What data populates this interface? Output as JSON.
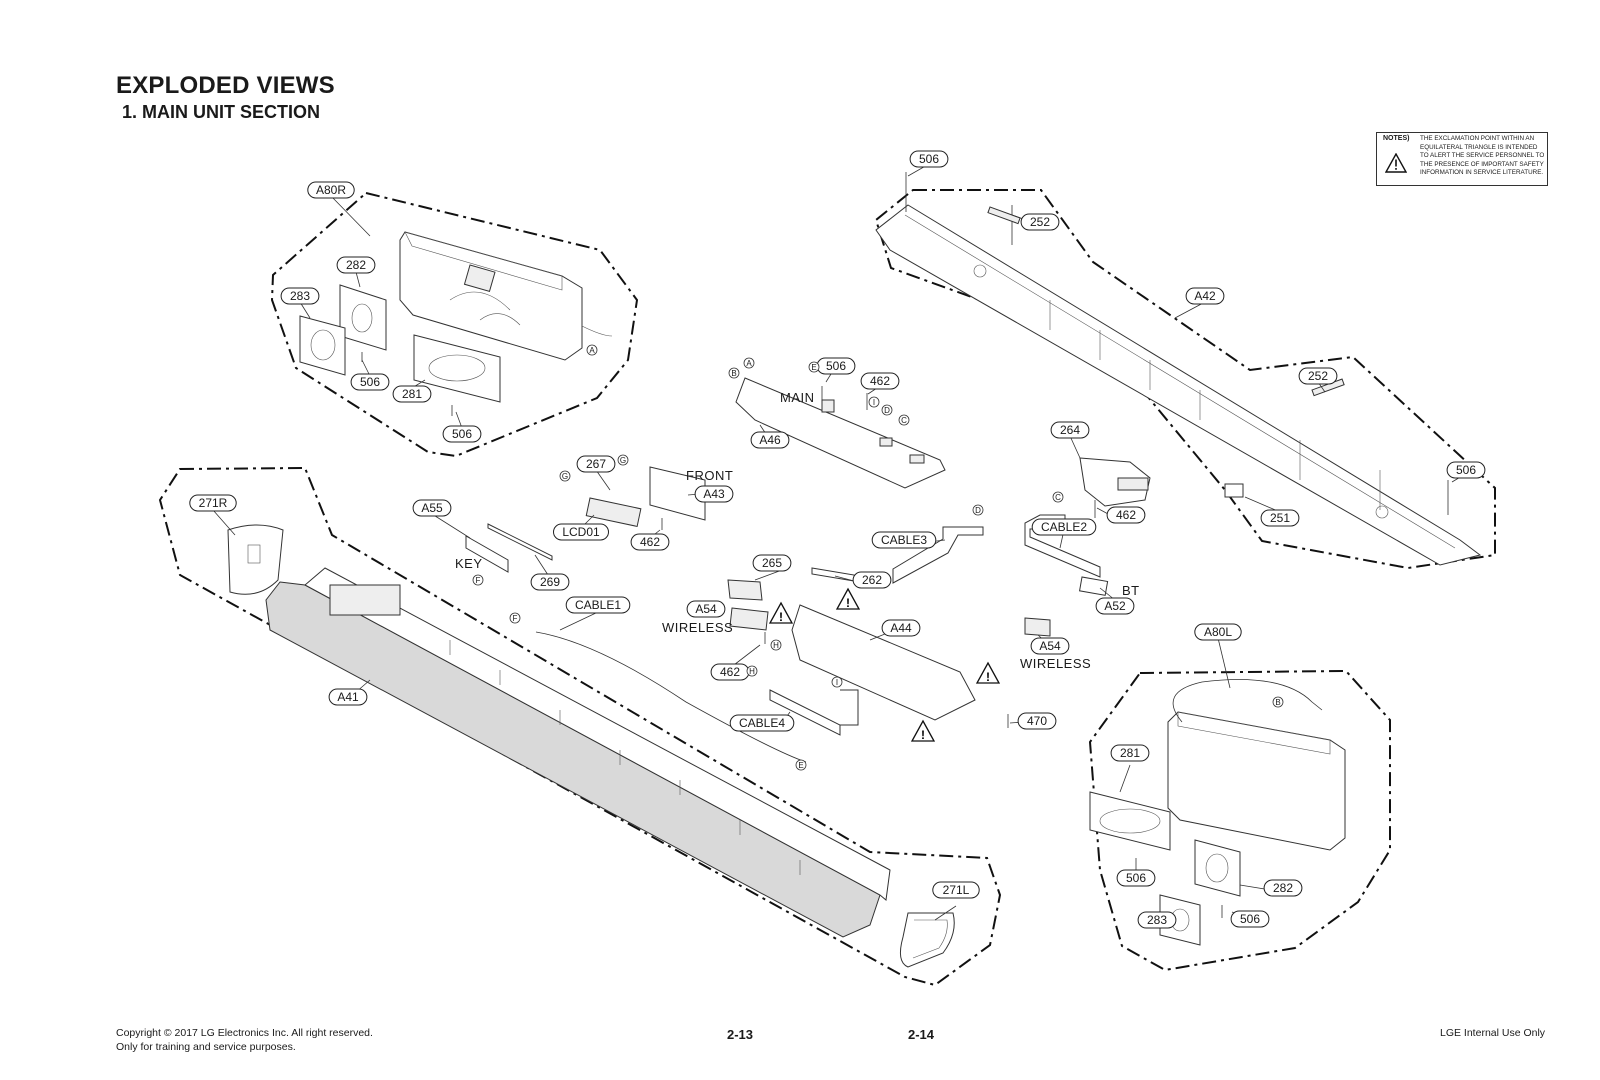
{
  "header": {
    "title": "EXPLODED VIEWS",
    "subtitle": "1. MAIN UNIT SECTION"
  },
  "notes": {
    "heading": "NOTES)",
    "text": "THE EXCLAMATION POINT WITHIN AN EQUILATERAL TRIANGLE IS INTENDED TO ALERT THE SERVICE PERSONNEL TO THE PRESENCE OF IMPORTANT SAFETY INFORMATION IN SERVICE LITERATURE."
  },
  "parts": {
    "a80r": "A80R",
    "p282_r": "282",
    "p283_r": "283",
    "p506_r1": "506",
    "p281_r": "281",
    "p506_r2": "506",
    "p506_top": "506",
    "p252_top": "252",
    "a42": "A42",
    "p252_b": "252",
    "p506_right": "506",
    "p251": "251",
    "p506_main": "506",
    "p462_main": "462",
    "a46": "A46",
    "p264": "264",
    "p462_264": "462",
    "cable2": "CABLE2",
    "a52": "A52",
    "p267": "267",
    "a43": "A43",
    "lcd01": "LCD01",
    "p462_front": "462",
    "a55": "A55",
    "p269": "269",
    "p271r": "271R",
    "cable3": "CABLE3",
    "p265": "265",
    "p262": "262",
    "a54_l": "A54",
    "a44": "A44",
    "a54_r": "A54",
    "p462_w": "462",
    "cable1": "CABLE1",
    "a41": "A41",
    "cable4": "CABLE4",
    "p470": "470",
    "a80l": "A80L",
    "p281_l": "281",
    "p506_l1": "506",
    "p282_l": "282",
    "p283_l": "283",
    "p506_l2": "506",
    "p271l": "271L"
  },
  "captions": {
    "main": "MAIN",
    "front": "FRONT",
    "key": "KEY",
    "wireless_l": "WIRELESS",
    "wireless_r": "WIRELESS",
    "bt": "BT"
  },
  "connectors": {
    "a": "A",
    "b": "B",
    "c": "C",
    "d": "D",
    "e": "E",
    "f": "F",
    "g": "G",
    "h": "H",
    "i": "I"
  },
  "footer": {
    "copyright": "Copyright © 2017 LG Electronics Inc. All right reserved.",
    "purpose": "Only for training and service purposes.",
    "page_left": "2-13",
    "page_right": "2-14",
    "internal": "LGE Internal Use Only"
  }
}
